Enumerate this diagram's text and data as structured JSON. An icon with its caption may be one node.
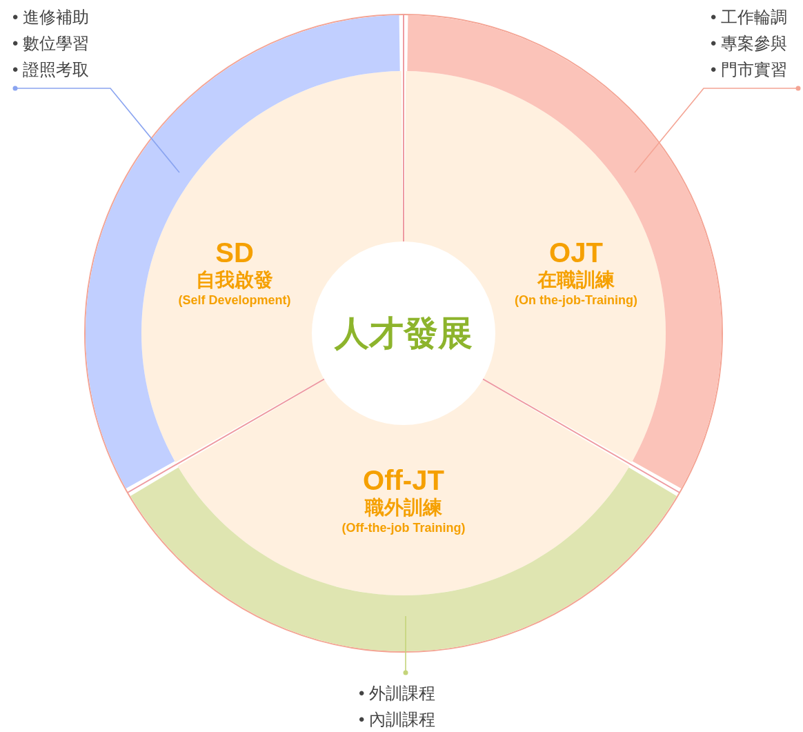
{
  "diagram": {
    "nodes": [
      {
        "text": [
          "人才發展"
        ]
      },
      {
        "text": [
          "SD",
          "自我啟發",
          "(Self Development)"
        ]
      },
      {
        "text": [
          "OJT",
          "在職訓練",
          "(On the-job-Training)"
        ]
      },
      {
        "text": [
          "Off-JT",
          "職外訓練",
          "(Off-the-job Training)"
        ]
      },
      {
        "text": [],
        "shape": "band"
      },
      {
        "text": [],
        "shape": "band"
      },
      {
        "text": [],
        "shape": "band"
      },
      {
        "text": [
          "• 進修補助",
          "• 數位學習",
          "• 證照考取"
        ]
      },
      {
        "text": [
          "• 工作輪調",
          "• 專案參與",
          "• 門市實習"
        ]
      },
      {
        "text": [
          "• 外訓課程",
          "• 內訓課程"
        ]
      }
    ],
    "edges": [
      {
        "from": 7,
        "to": 4,
        "arrow": "other",
        "color": "#8aa4f0"
      },
      {
        "from": 8,
        "to": 5,
        "arrow": "other",
        "color": "#f4a494"
      },
      {
        "from": 9,
        "to": 6,
        "arrow": "other",
        "color": "#c4d47a"
      }
    ]
  }
}
